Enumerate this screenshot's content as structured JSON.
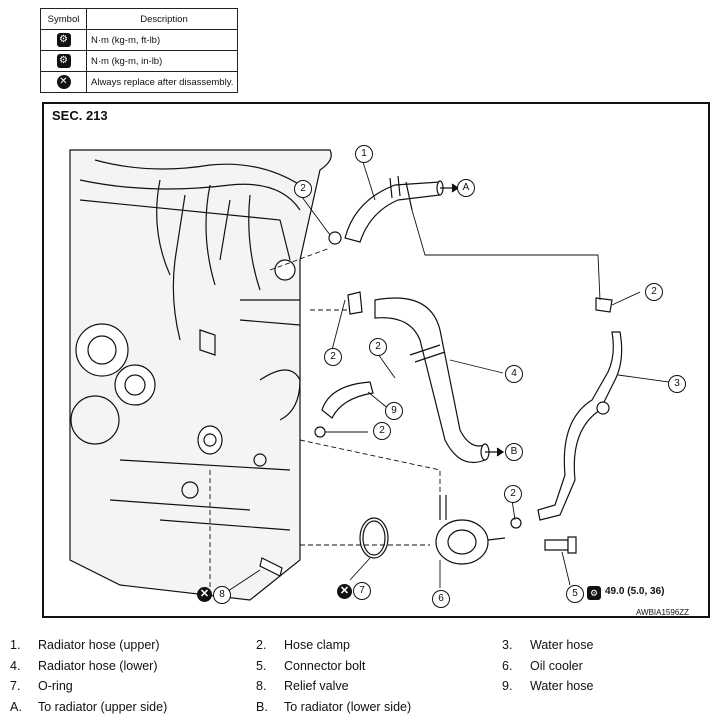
{
  "symbol_table": {
    "headers": {
      "symbol": "Symbol",
      "description": "Description"
    },
    "rows": [
      {
        "icon": "torque-wrench-icon",
        "description": "N·m (kg-m, ft-lb)"
      },
      {
        "icon": "torque-wrench-small-icon",
        "description": "N·m (kg-m, in-lb)"
      },
      {
        "icon": "replace-part-icon",
        "description": "Always replace after disassembly."
      }
    ]
  },
  "diagram": {
    "section": "SEC. 213",
    "figure_code": "AWBIA1596ZZ",
    "torque_spec": "49.0 (5.0, 36)",
    "callouts": {
      "c1": "1",
      "c2a": "2",
      "c2b": "2",
      "c2c": "2",
      "c2d": "2",
      "c2e": "2",
      "c2f": "2",
      "c3": "3",
      "c4": "4",
      "c5": "5",
      "c6": "6",
      "c7": "7",
      "c8": "8",
      "c9": "9",
      "cA": "A",
      "cB": "B"
    }
  },
  "legend": [
    {
      "key": "1.",
      "label": "Radiator hose (upper)"
    },
    {
      "key": "2.",
      "label": "Hose clamp"
    },
    {
      "key": "3.",
      "label": "Water hose"
    },
    {
      "key": "4.",
      "label": "Radiator hose (lower)"
    },
    {
      "key": "5.",
      "label": "Connector bolt"
    },
    {
      "key": "6.",
      "label": "Oil cooler"
    },
    {
      "key": "7.",
      "label": "O-ring"
    },
    {
      "key": "8.",
      "label": "Relief valve"
    },
    {
      "key": "9.",
      "label": "Water hose"
    },
    {
      "key": "A.",
      "label": "To radiator (upper side)"
    },
    {
      "key": "B.",
      "label": "To radiator (lower side)"
    }
  ]
}
